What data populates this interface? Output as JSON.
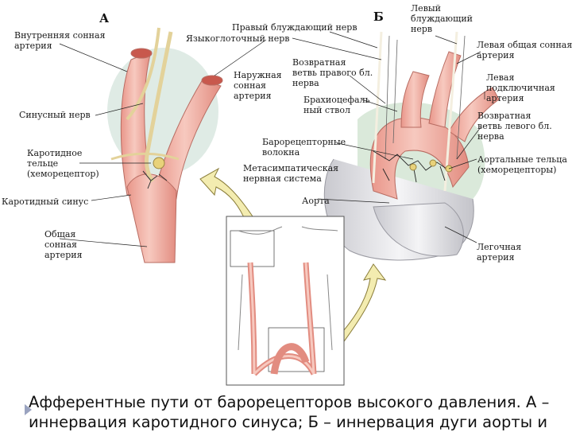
{
  "panel_a": {
    "letter": "А",
    "labels": {
      "internal_carotid": "Внутренняя сонная\nартерия",
      "sinus_nerve": "Синусный нерв",
      "carotid_body": "Каротидное\nтельце\n(хеморецептор)",
      "carotid_sinus": "Каротидный синус",
      "common_carotid": "Общая\nсонная\nартерия"
    }
  },
  "panel_b": {
    "letter": "Б",
    "labels": {
      "right_vagus": "Правый блуждающий нерв",
      "glossopharyngeal": "Языкоглоточный нерв",
      "external_carotid": "Наружная\nсонная\nартерия",
      "recurrent_right": "Возвратная\nветвь правого бл.\nнерва",
      "brachiocephalic": "Брахиоцефаль\nный ствол",
      "baroreceptor_fibers": "Барорецепторные\nволокна",
      "metasympathetic": "Метасимпатическая\nнервная система",
      "aorta": "Аорта",
      "left_vagus": "Левый\nблуждающий\nнерв",
      "left_common_carotid": "Левая общая сонная\nартерия",
      "left_subclavian": "Левая\nподключичная\nартерия",
      "recurrent_left": "Возвратная\nветвь левого бл.\nнерва",
      "aortic_bodies": "Аортальные тельца\n(хеморецепторы)",
      "pulmonary_artery": "Легочная\nартерия"
    }
  },
  "caption": {
    "line1": "Афферентные пути от барорецепторов высокого давления. А –",
    "line2": "иннервация каротидного синуса; Б – иннервация дуги аорты и"
  },
  "colors": {
    "artery": "#f2b3a6",
    "artery_dark": "#d9867a",
    "vein_gray": "#e6e6ea",
    "nerve": "#e9d9a8",
    "tissue_green": "#cfe3cf",
    "tissue_blue": "#cfe0ee",
    "arrow_fill": "#f3ecb0",
    "arrow_stroke": "#8a7d3a",
    "leader": "#222222"
  }
}
